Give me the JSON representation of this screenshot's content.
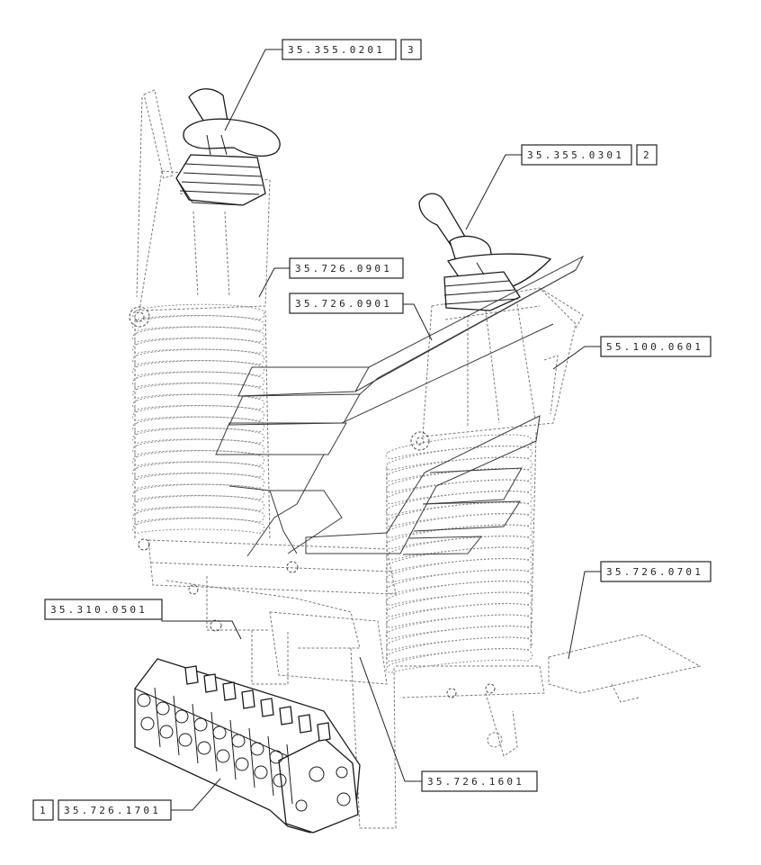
{
  "callouts": [
    {
      "code": "35.355.0201",
      "index": "3"
    },
    {
      "code": "35.355.0301",
      "index": "2"
    },
    {
      "code": "35.726.0901",
      "index": ""
    },
    {
      "code": "35.726.0901",
      "index": ""
    },
    {
      "code": "55.100.0601",
      "index": ""
    },
    {
      "code": "35.726.0701",
      "index": ""
    },
    {
      "code": "35.310.0501",
      "index": ""
    },
    {
      "code": "35.726.1601",
      "index": ""
    },
    {
      "code": "35.726.1701",
      "index": "1"
    }
  ]
}
